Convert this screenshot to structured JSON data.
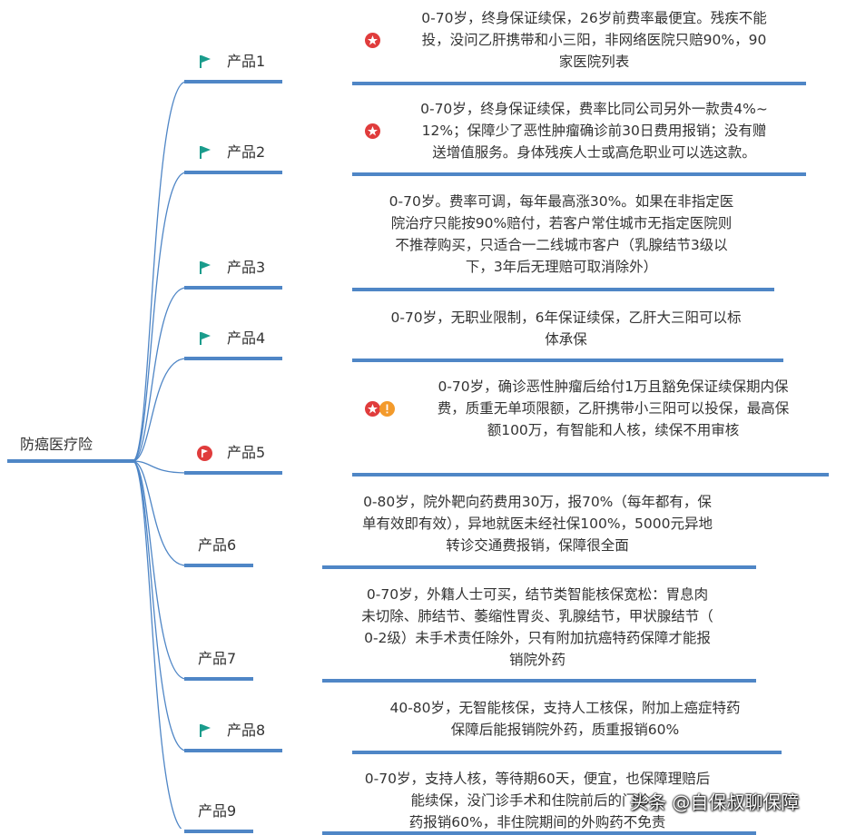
{
  "root": {
    "label": "防癌医疗险"
  },
  "products": [
    {
      "label": "产品1",
      "icon": "flag",
      "badges": [
        "star"
      ],
      "lines": [
        "0-70岁，终身保证续保，26岁前费率最便宜。残疾不能",
        "投，没问乙肝携带和小三阳，非网络医院只赔90%，90",
        "家医院列表"
      ]
    },
    {
      "label": "产品2",
      "icon": "flag",
      "badges": [
        "star"
      ],
      "lines": [
        "0-70岁，终身保证续保，费率比同公司另外一款贵4%~",
        "12%；保障少了恶性肿瘤确诊前30日费用报销；没有赠",
        "送增值服务。身体残疾人士或高危职业可以选这款。"
      ]
    },
    {
      "label": "产品3",
      "icon": "flag",
      "badges": [],
      "lines": [
        "0-70岁。费率可调，每年最高涨30%。如果在非指定医",
        "院治疗只能按90%赔付，若客户常住城市无指定医院则",
        "不推荐购买，只适合一二线城市客户（乳腺结节3级以",
        "下，3年后无理赔可取消除外）"
      ]
    },
    {
      "label": "产品4",
      "icon": "flag",
      "badges": [],
      "lines": [
        "0-70岁，无职业限制，6年保证续保，乙肝大三阳可以标",
        "体承保"
      ]
    },
    {
      "label": "产品5",
      "icon": "red-flag",
      "badges": [
        "star",
        "exclaim"
      ],
      "lines": [
        "0-70岁，确诊恶性肿瘤后给付1万且豁免保证续保期内保",
        "费，质重无单项限额，乙肝携带小三阳可以投保，最高保",
        "额100万，有智能和人核，续保不用审核"
      ]
    },
    {
      "label": "产品6",
      "icon": "",
      "badges": [],
      "lines": [
        "0-80岁，院外靶向药费用30万，报70%（每年都有，保",
        "单有效即有效），异地就医未经社保100%，5000元异地",
        "转诊交通费报销，保障很全面"
      ]
    },
    {
      "label": "产品7",
      "icon": "",
      "badges": [],
      "lines": [
        "0-70岁，外籍人士可买，结节类智能核保宽松：胃息肉",
        "未切除、肺结节、萎缩性胃炎、乳腺结节，甲状腺结节（",
        "0-2级）未手术责任除外，只有附加抗癌特药保障才能报",
        "销院外药"
      ]
    },
    {
      "label": "产品8",
      "icon": "flag",
      "badges": [],
      "lines": [
        "40-80岁，无智能核保，支持人工核保，附加上癌症特药",
        "保障后能报销院外药，质重报销60%"
      ]
    },
    {
      "label": "产品9",
      "icon": "",
      "badges": [],
      "lines": [
        "0-70岁，支持人核，等待期60天，便宜，也保障理赔后",
        "能续保，没门诊手术和住院前后的门诊，",
        "药报销60%，非住院期间的外购药不免责"
      ]
    }
  ],
  "watermark": "头条 @自保叔聊保障",
  "colors": {
    "line": "#4f86c6",
    "flag": "#1a9c8c",
    "star": "#e03c3c",
    "exclaim": "#f39a2b"
  }
}
